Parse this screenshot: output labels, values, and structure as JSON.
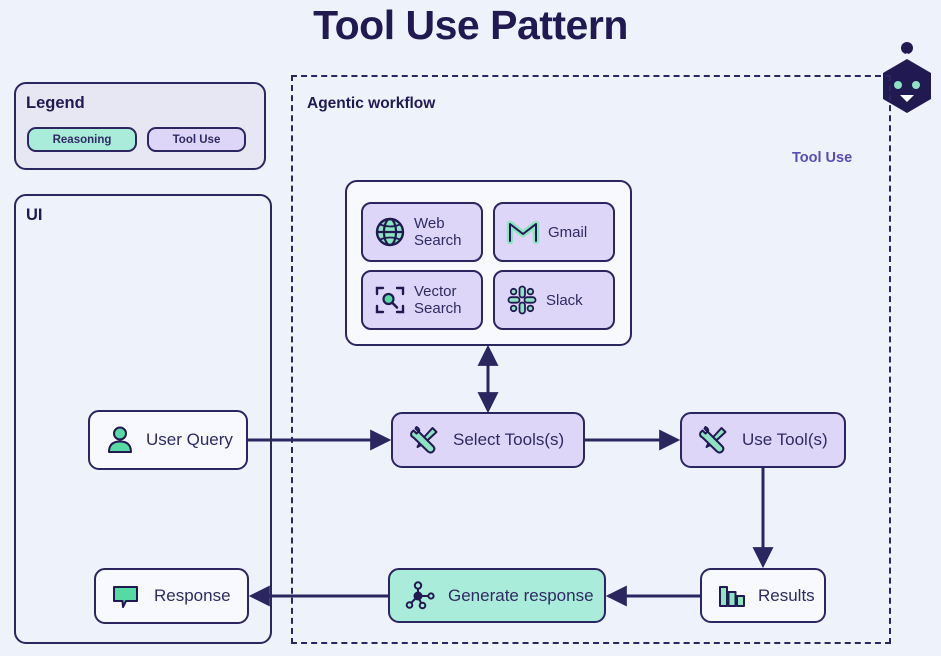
{
  "page": {
    "title": "Tool Use Pattern",
    "background": "#eef2fb",
    "ink": "#211a52",
    "colors": {
      "reasoning_fill": "#a9ecd9",
      "tool_fill": "#ddd6f8",
      "plain_fill": "#f7f9fe",
      "stroke": "#2b2560",
      "accent_purple": "#5b4bb8"
    }
  },
  "legend": {
    "title": "Legend",
    "items": [
      {
        "label": "Reasoning",
        "color": "#a9ecd9"
      },
      {
        "label": "Tool Use",
        "color": "#ddd6f8"
      }
    ]
  },
  "ui_panel": {
    "title": "UI",
    "nodes": [
      {
        "label": "User Query",
        "icon": "user-icon",
        "fill": "#f7f9fe"
      },
      {
        "label": "Response",
        "icon": "chat-bubble-icon",
        "fill": "#f7f9fe"
      }
    ]
  },
  "agentic": {
    "title": "Agentic workflow",
    "side_label": "Tool Use",
    "bot_icon": "bot-hexagon-icon"
  },
  "tools_panel": {
    "tools": [
      {
        "name": "Web Search",
        "line1": "Web",
        "line2": "Search",
        "icon": "globe-icon"
      },
      {
        "name": "Gmail",
        "line1": "Gmail",
        "line2": "",
        "icon": "gmail-icon"
      },
      {
        "name": "Vector Search",
        "line1": "Vector",
        "line2": "Search",
        "icon": "vector-search-icon"
      },
      {
        "name": "Slack",
        "line1": "Slack",
        "line2": "",
        "icon": "slack-icon"
      }
    ]
  },
  "flow": {
    "nodes": [
      {
        "id": "user-query",
        "label": "User Query",
        "icon": "user-icon",
        "type": "io"
      },
      {
        "id": "select-tools",
        "label": "Select Tools(s)",
        "icon": "tools-icon",
        "type": "tool"
      },
      {
        "id": "use-tools",
        "label": "Use Tool(s)",
        "icon": "tools-icon",
        "type": "tool"
      },
      {
        "id": "results",
        "label": "Results",
        "icon": "bar-chart-icon",
        "type": "io"
      },
      {
        "id": "generate-response",
        "label": "Generate response",
        "icon": "graph-node-icon",
        "type": "reasoning"
      },
      {
        "id": "response",
        "label": "Response",
        "icon": "chat-bubble-icon",
        "type": "io"
      }
    ],
    "edges": [
      {
        "from": "user-query",
        "to": "select-tools",
        "arrow": "single"
      },
      {
        "from": "tools-panel",
        "to": "select-tools",
        "arrow": "double"
      },
      {
        "from": "select-tools",
        "to": "use-tools",
        "arrow": "single"
      },
      {
        "from": "use-tools",
        "to": "results",
        "arrow": "single"
      },
      {
        "from": "results",
        "to": "generate-response",
        "arrow": "single"
      },
      {
        "from": "generate-response",
        "to": "response",
        "arrow": "single"
      }
    ]
  }
}
